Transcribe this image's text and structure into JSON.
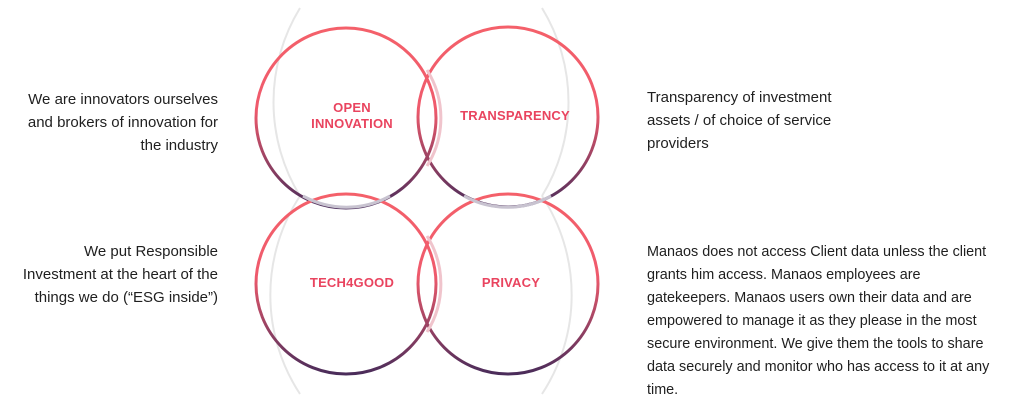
{
  "circles": {
    "top_left": {
      "label_lines": [
        "OPEN",
        "INNOVATION"
      ]
    },
    "top_right": {
      "label": "TRANSPARENCY"
    },
    "bottom_left": {
      "label": "TECH4GOOD"
    },
    "bottom_right": {
      "label": "PRIVACY"
    }
  },
  "descriptions": {
    "open_innovation": "We are innovators ourselves and brokers of innovation for the industry",
    "transparency": "Transparency of investment assets / of choice of service providers",
    "tech4good": "We put Responsible Investment at the heart of the things we do (“ESG inside”)",
    "privacy": "Manaos does not access Client data unless the client grants him access. Manaos employees are gatekeepers. Manaos users own their data and are empowered to manage it as they please in the most secure environment. We give them the tools to share data securely and monitor who has access to it at any time."
  },
  "colors": {
    "ring_top": "#f4606a",
    "ring_bottom": "#4a2c5a",
    "overlap": "#f0c4cc",
    "overlap_vertical": "#c8c3d0",
    "bracket": "#e6e6e6",
    "label": "#e9445f"
  }
}
